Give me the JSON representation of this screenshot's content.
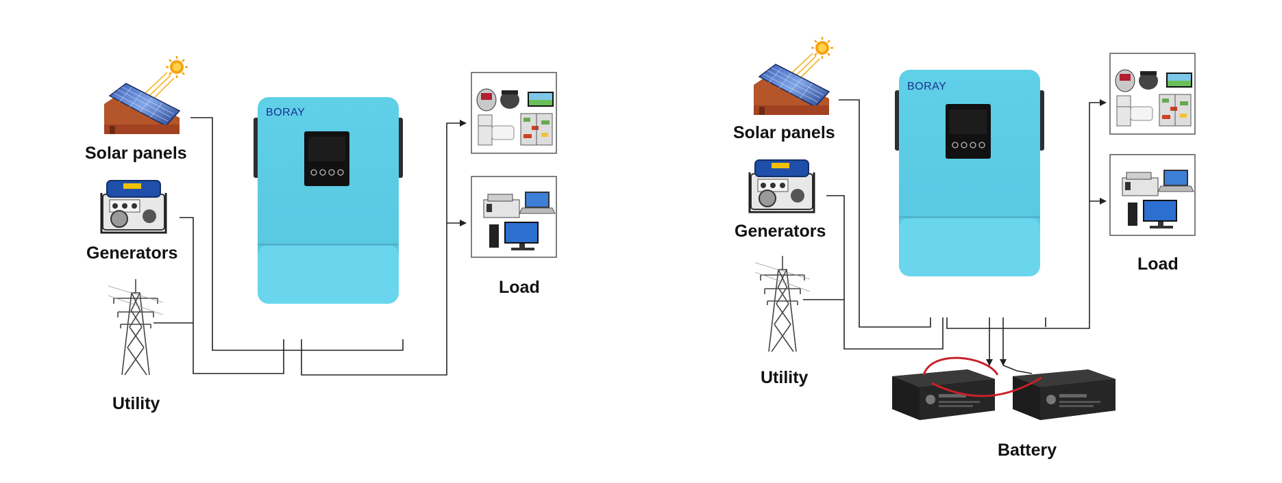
{
  "colors": {
    "inverter_body": "#5fd0e8",
    "inverter_lower": "#6fd9ef",
    "inverter_edge": "#2a2f33",
    "display": "#111111",
    "wire": "#222222",
    "battery_cable": "#c9202a",
    "background": "#ffffff"
  },
  "left_diagram": {
    "brand": "BORAY",
    "labels": {
      "solar": "Solar panels",
      "generator": "Generators",
      "utility": "Utility",
      "load": "Load"
    }
  },
  "right_diagram": {
    "brand": "BORAY",
    "labels": {
      "solar": "Solar panels",
      "generator": "Generators",
      "utility": "Utility",
      "load": "Load",
      "battery": "Battery"
    }
  },
  "icons": [
    "sun-icon",
    "solar-panel-icon",
    "generator-icon",
    "transmission-tower-icon",
    "appliances-icon",
    "computers-icon",
    "battery-icon"
  ]
}
